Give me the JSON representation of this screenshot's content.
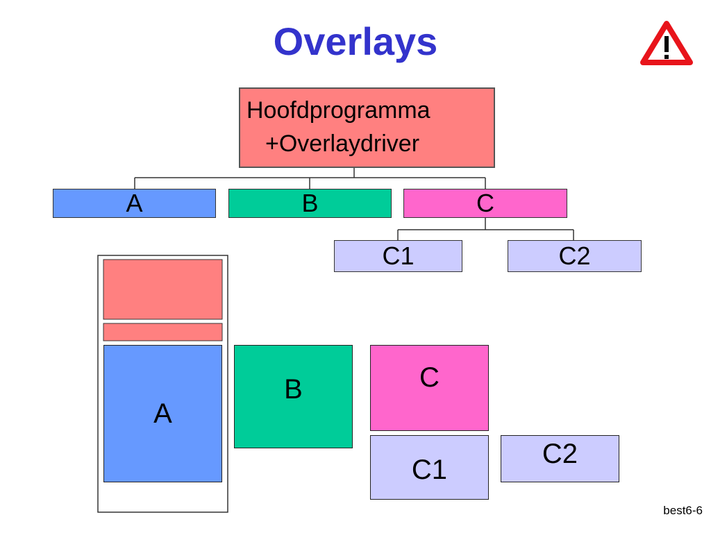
{
  "title": "Overlays",
  "icons": {
    "warning": "warning-icon"
  },
  "tree": {
    "root": {
      "line1": "Hoofdprogramma",
      "line2": "+Overlaydriver"
    },
    "level1": [
      {
        "label": "A"
      },
      {
        "label": "B"
      },
      {
        "label": "C"
      }
    ],
    "level2": [
      {
        "label": "C1"
      },
      {
        "label": "C2"
      }
    ]
  },
  "memory": {
    "a": "A",
    "b": "B",
    "c": "C",
    "c1": "C1",
    "c2": "C2"
  },
  "footer": "best6-6",
  "colors": {
    "title": "#3333cc",
    "root": "#ff8080",
    "a": "#6699ff",
    "b": "#00cc99",
    "c": "#ff66cc",
    "c_children": "#ccccff",
    "warning_border": "#e8141b"
  }
}
